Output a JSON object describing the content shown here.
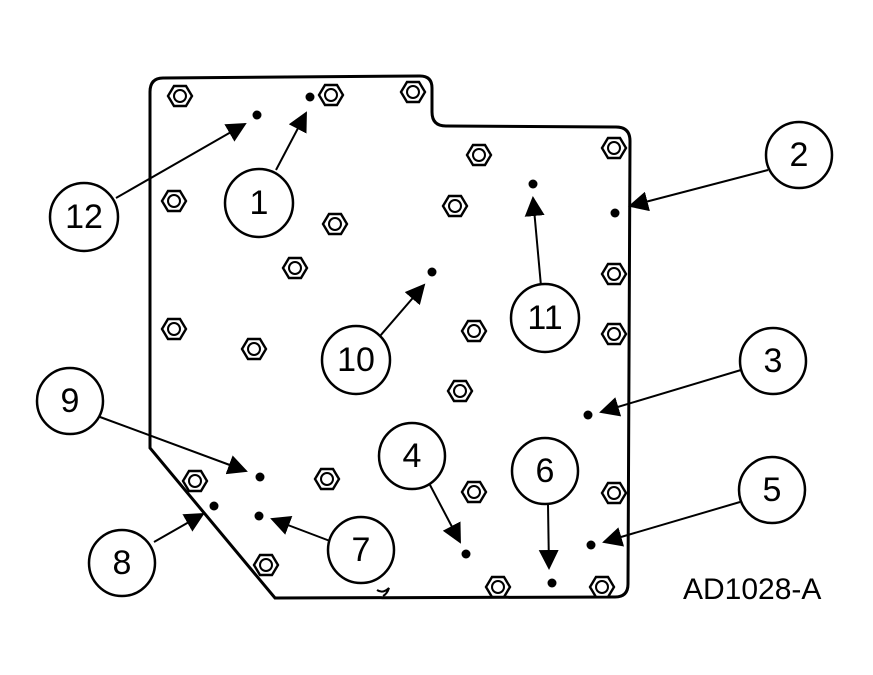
{
  "figure_id": "AD1028-A",
  "callouts": [
    {
      "label": "1"
    },
    {
      "label": "2"
    },
    {
      "label": "3"
    },
    {
      "label": "4"
    },
    {
      "label": "5"
    },
    {
      "label": "6"
    },
    {
      "label": "7"
    },
    {
      "label": "8"
    },
    {
      "label": "9"
    },
    {
      "label": "10"
    },
    {
      "label": "11"
    },
    {
      "label": "12"
    }
  ],
  "colors": {
    "ink": "#000000",
    "background": "#ffffff"
  }
}
